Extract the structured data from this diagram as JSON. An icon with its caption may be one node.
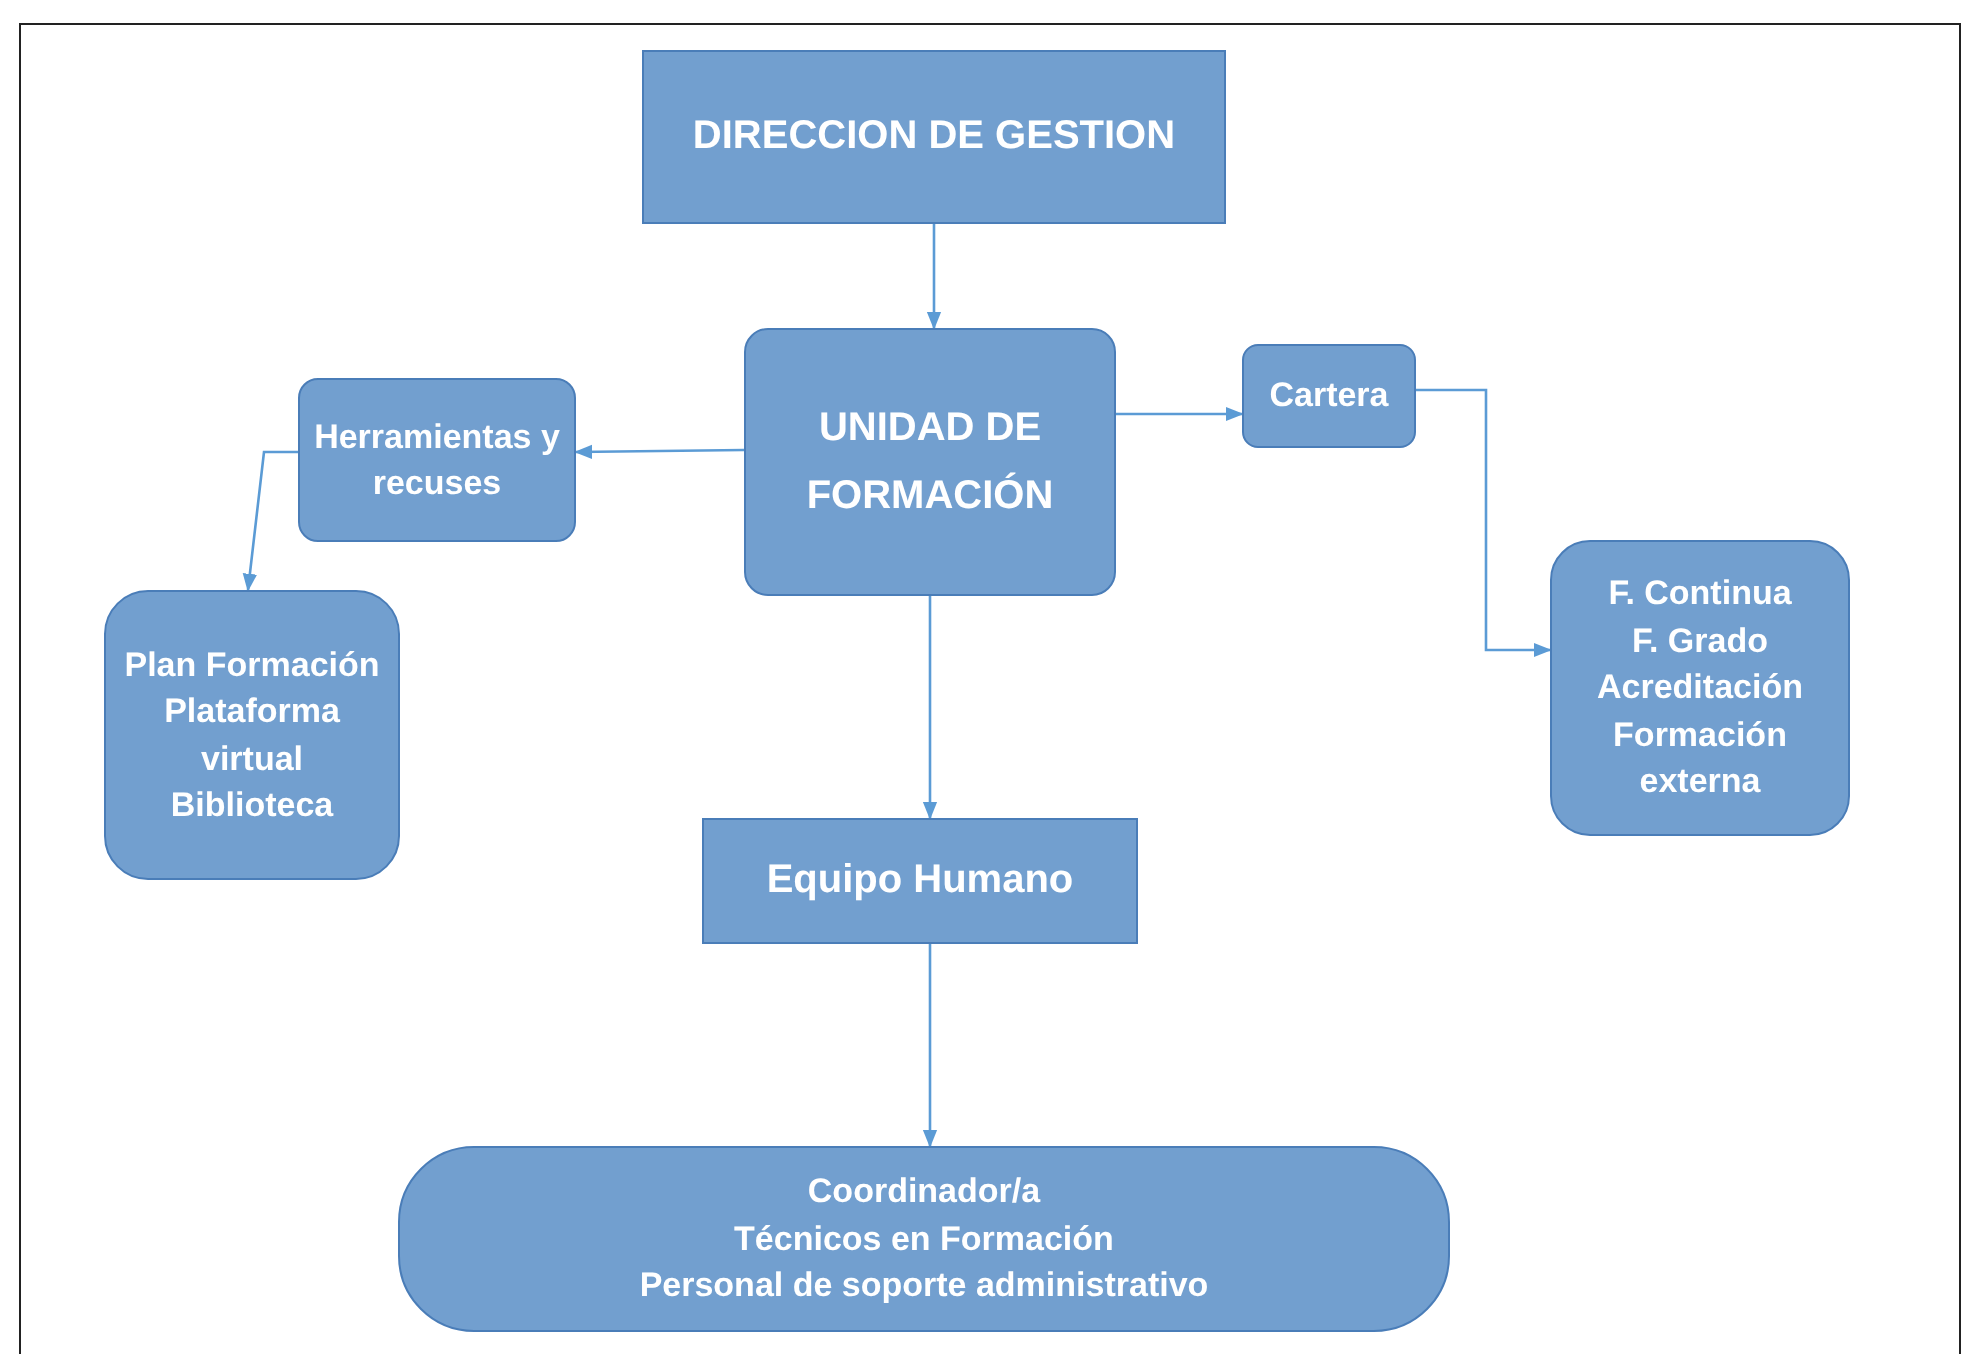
{
  "diagram": {
    "nodes": [
      {
        "text": [
          "DIRECCION DE GESTION"
        ]
      },
      {
        "text": [
          "UNIDAD DE FORMACIÓN"
        ]
      },
      {
        "text": [
          "Herramientas y recuses"
        ]
      },
      {
        "text": [
          "Cartera"
        ]
      },
      {
        "text": [
          "Plan Formación",
          "Plataforma virtual",
          "Biblioteca"
        ]
      },
      {
        "text": [
          "F. Continua",
          "F. Grado",
          "Acreditación",
          "Formación externa"
        ]
      },
      {
        "text": [
          "Equipo Humano"
        ]
      },
      {
        "text": [
          "Coordinador/a",
          "Técnicos en Formación",
          "Personal de soporte administrativo"
        ]
      }
    ],
    "edges": [
      {
        "from": 0,
        "to": 1,
        "arrow": "to"
      },
      {
        "from": 1,
        "to": 2,
        "arrow": "to"
      },
      {
        "from": 1,
        "to": 3,
        "arrow": "to"
      },
      {
        "from": 2,
        "to": 4,
        "arrow": "to"
      },
      {
        "from": 3,
        "to": 5,
        "arrow": "to"
      },
      {
        "from": 1,
        "to": 6,
        "arrow": "to"
      },
      {
        "from": 6,
        "to": 7,
        "arrow": "to"
      }
    ]
  }
}
